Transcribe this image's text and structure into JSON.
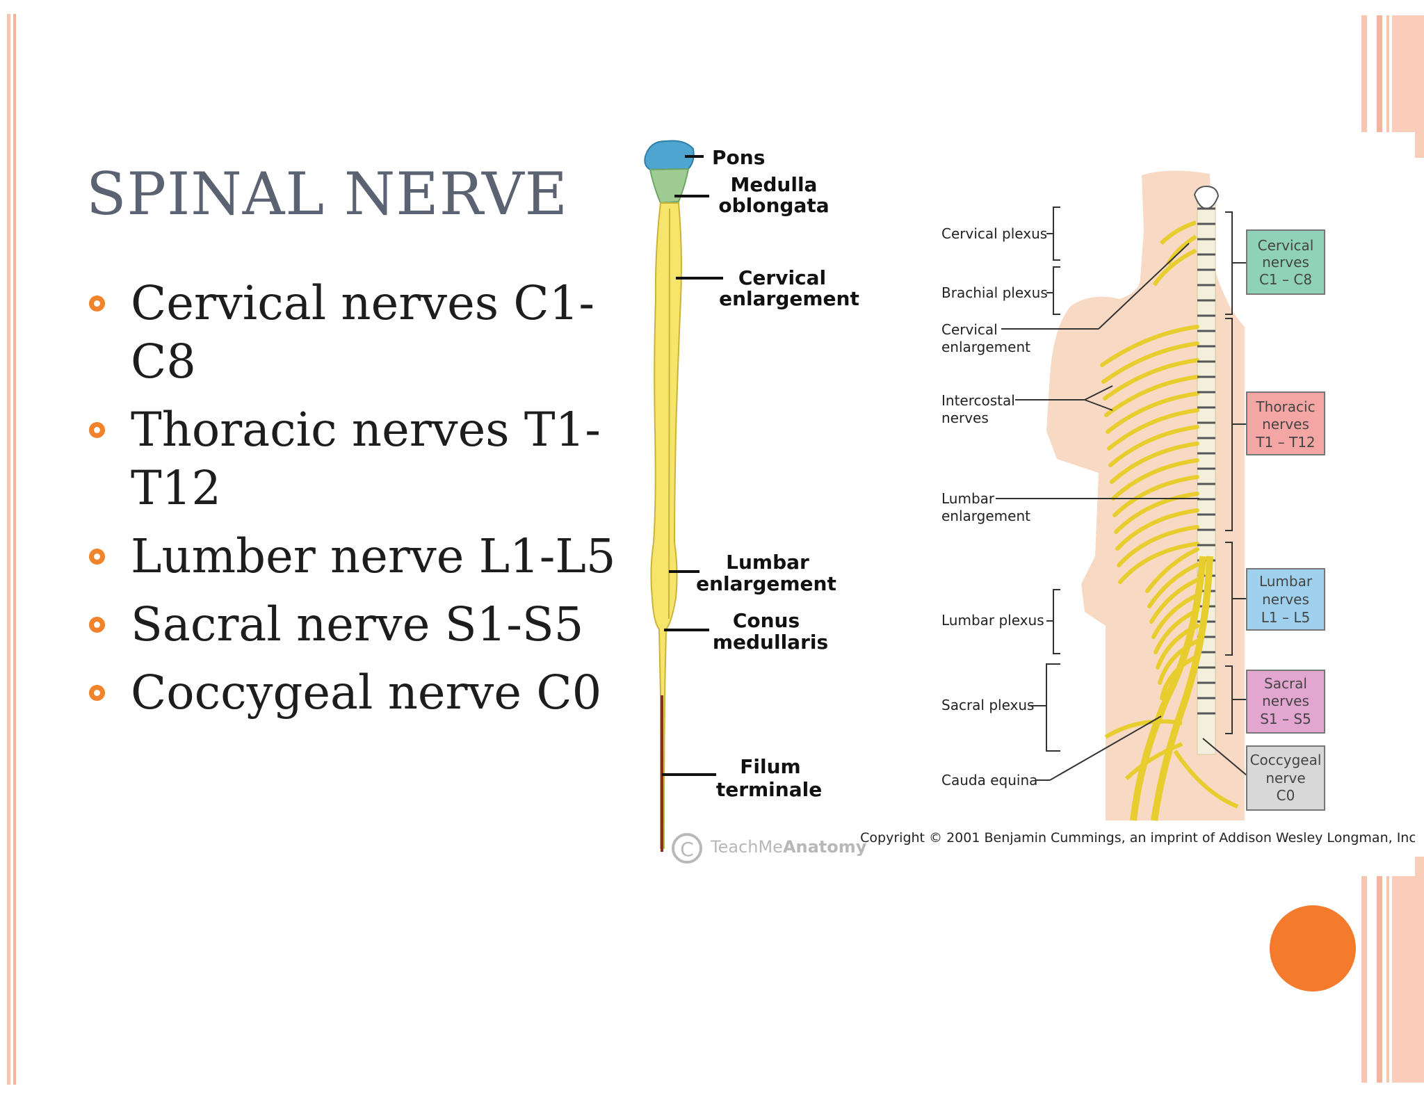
{
  "slide": {
    "title": "SPINAL NERVE",
    "bullets": [
      {
        "line1": "Cervical nerves C1-C8",
        "line2": ""
      },
      {
        "line1": "Thoracic nerves T1-",
        "line2": "T12"
      },
      {
        "line1": "Lumber nerve L1-L5",
        "line2": ""
      },
      {
        "line1": "Sacral nerve S1-S5",
        "line2": ""
      },
      {
        "line1": "Coccygeal nerve C0",
        "line2": ""
      }
    ]
  },
  "cord_diagram": {
    "labels": {
      "pons": "Pons",
      "medulla_1": "Medulla",
      "medulla_2": "oblongata",
      "cervical_1": "Cervical",
      "cervical_2": "enlargement",
      "lumbar_1": "Lumbar",
      "lumbar_2": "enlargement",
      "conus_1": "Conus",
      "conus_2": "medullaris",
      "filum_1": "Filum",
      "filum_2": "terminale"
    },
    "watermark_prefix": "TeachMe",
    "watermark_suffix": "Anatomy",
    "watermark_symbol": "C"
  },
  "body_diagram": {
    "left_labels": {
      "cervical_plexus": "Cervical plexus",
      "brachial_plexus": "Brachial plexus",
      "cervical_enl_1": "Cervical",
      "cervical_enl_2": "enlargement",
      "intercostal_1": "Intercostal",
      "intercostal_2": "nerves",
      "lumbar_enl_1": "Lumbar",
      "lumbar_enl_2": "enlargement",
      "lumbar_plexus": "Lumbar plexus",
      "sacral_plexus": "Sacral plexus",
      "cauda_equina": "Cauda equina"
    },
    "boxes": [
      {
        "l1": "Cervical",
        "l2": "nerves",
        "l3": "C1 – C8",
        "fill": "#8fd1b9"
      },
      {
        "l1": "Thoracic",
        "l2": "nerves",
        "l3": "T1 – T12",
        "fill": "#f4a6a4"
      },
      {
        "l1": "Lumbar",
        "l2": "nerves",
        "l3": "L1 – L5",
        "fill": "#9fd1ee"
      },
      {
        "l1": "Sacral",
        "l2": "nerves",
        "l3": "S1 – S5",
        "fill": "#e2a6d0"
      },
      {
        "l1": "Coccygeal",
        "l2": "nerve",
        "l3": "C0",
        "fill": "#d8d8d8"
      }
    ],
    "copyright": "Copyright © 2001 Benjamin Cummings, an imprint of Addison Wesley Longman, Inc."
  },
  "colors": {
    "accent_orange": "#f47a2c",
    "rule_pink": "#f4b39c",
    "title_gray": "#5b6271",
    "nerve_yellow": "#f7e46a",
    "skin": "#f7d9c4"
  }
}
